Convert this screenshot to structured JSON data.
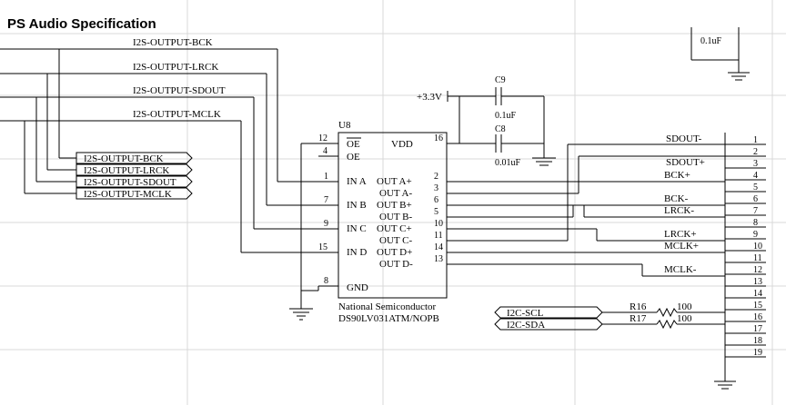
{
  "title": "PS Audio Specification",
  "top_cap_value": "0.1uF",
  "left_nets": [
    "I2S-OUTPUT-BCK",
    "I2S-OUTPUT-LRCK",
    "I2S-OUTPUT-SDOUT",
    "I2S-OUTPUT-MCLK"
  ],
  "left_ports": [
    "I2S-OUTPUT-BCK",
    "I2S-OUTPUT-LRCK",
    "I2S-OUTPUT-SDOUT",
    "I2S-OUTPUT-MCLK"
  ],
  "power": "+3.3V",
  "c9": {
    "ref": "C9",
    "value": "0.1uF"
  },
  "c8": {
    "ref": "C8",
    "value": "0.01uF"
  },
  "chip": {
    "ref": "U8",
    "manufacturer": "National Semiconductor",
    "part": "DS90LV031ATM/NOPB",
    "pins": {
      "oe_bar": {
        "num": "12",
        "name": "OE"
      },
      "oe": {
        "num": "4",
        "name": "OE"
      },
      "vdd": {
        "num": "16",
        "name": "VDD"
      },
      "ina": {
        "num": "1",
        "name": "IN A"
      },
      "inb": {
        "num": "7",
        "name": "IN B"
      },
      "inc": {
        "num": "9",
        "name": "IN C"
      },
      "ind": {
        "num": "15",
        "name": "IN D"
      },
      "gnd": {
        "num": "8",
        "name": "GND"
      },
      "outs": [
        {
          "num": "2",
          "name": "OUT A+"
        },
        {
          "num": "3",
          "name": "OUT A-"
        },
        {
          "num": "6",
          "name": "OUT B+"
        },
        {
          "num": "5",
          "name": "OUT B-"
        },
        {
          "num": "10",
          "name": "OUT C+"
        },
        {
          "num": "11",
          "name": "OUT C-"
        },
        {
          "num": "14",
          "name": "OUT D+"
        },
        {
          "num": "13",
          "name": "OUT D-"
        }
      ]
    }
  },
  "i2c_ports": [
    "I2C-SCL",
    "I2C-SDA"
  ],
  "r16": {
    "ref": "R16",
    "value": "100"
  },
  "r17": {
    "ref": "R17",
    "value": "100"
  },
  "connector_nets": [
    "SDOUT-",
    "SDOUT+",
    "BCK+",
    "BCK-",
    "LRCK-",
    "LRCK+",
    "MCLK+",
    "MCLK-"
  ],
  "connector_pins": [
    "1",
    "2",
    "3",
    "4",
    "5",
    "6",
    "7",
    "8",
    "9",
    "10",
    "11",
    "12",
    "13",
    "14",
    "15",
    "16",
    "17",
    "18",
    "19"
  ]
}
